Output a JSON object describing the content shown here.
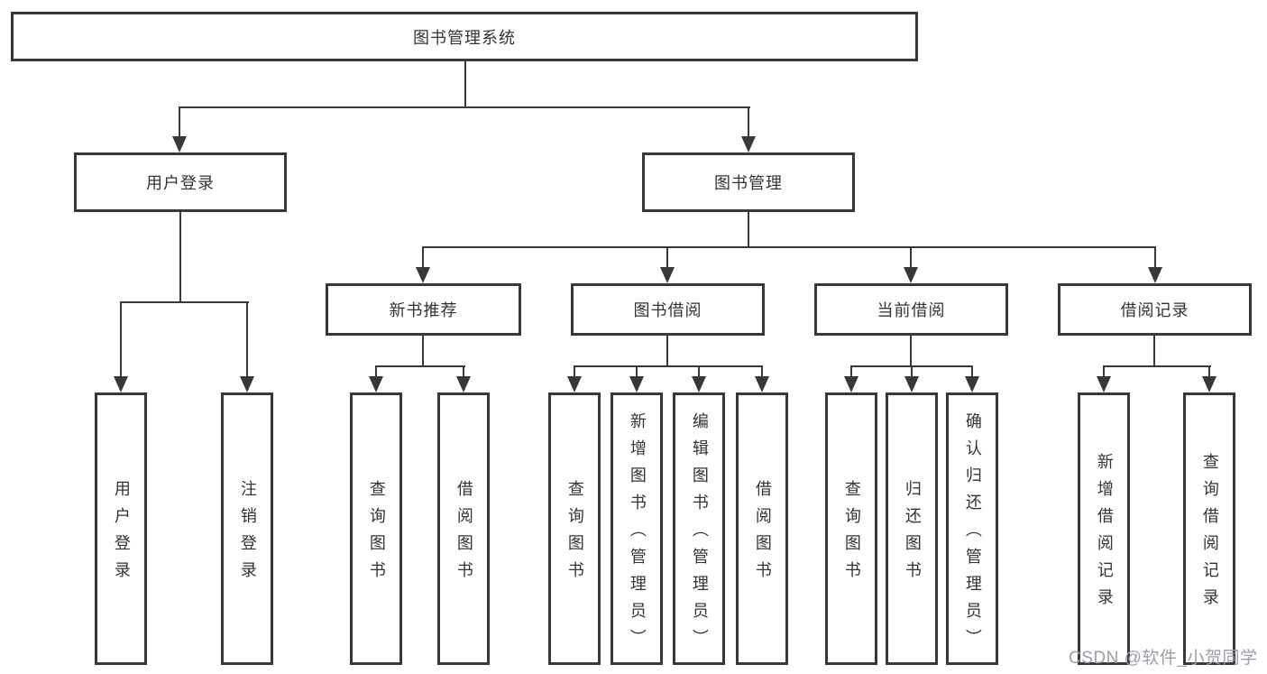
{
  "tree": {
    "root": "图书管理系统",
    "children": [
      {
        "label": "用户登录",
        "children": [
          "用户登录",
          "注销登录"
        ]
      },
      {
        "label": "图书管理",
        "children": [
          {
            "label": "新书推荐",
            "children": [
              "查询图书",
              "借阅图书"
            ]
          },
          {
            "label": "图书借阅",
            "children": [
              "查询图书",
              "新增图书（管理员）",
              "编辑图书（管理员）",
              "借阅图书"
            ]
          },
          {
            "label": "当前借阅",
            "children": [
              "查询图书",
              "归还图书",
              "确认归还（管理员）"
            ]
          },
          {
            "label": "借阅记录",
            "children": [
              "新增借阅记录",
              "查询借阅记录"
            ]
          }
        ]
      }
    ]
  },
  "watermark": {
    "text": "CSDN @软件_小贺同学"
  },
  "colors": {
    "line": "#383838",
    "text": "#333333",
    "watermark": "#9aa0a6",
    "background": "#ffffff"
  }
}
